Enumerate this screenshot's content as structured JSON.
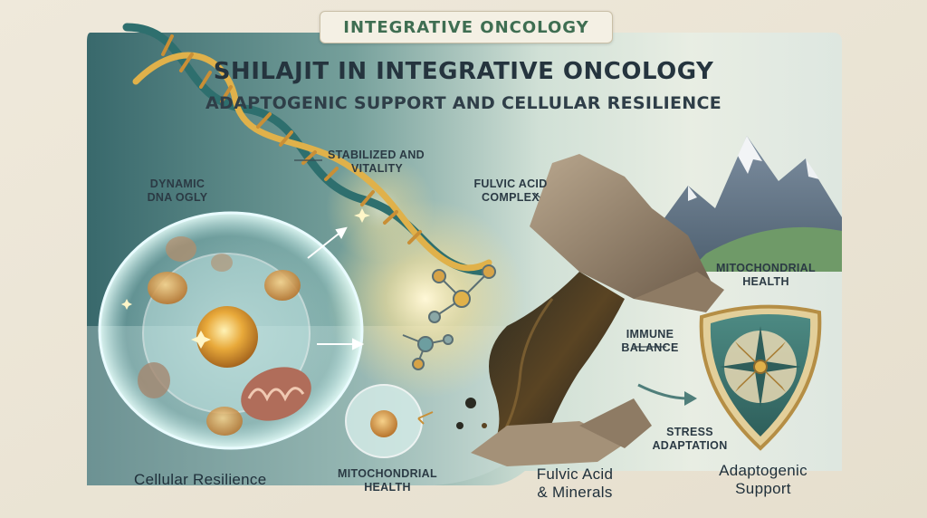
{
  "header": {
    "badge": "INTEGRATIVE ONCOLOGY",
    "title": "SHILAJIT IN INTEGRATIVE ONCOLOGY",
    "subtitle": "ADAPTOGENIC SUPPORT AND CELLULAR RESILIENCE"
  },
  "labels": {
    "stabilized_1": "STABILIZED AND",
    "stabilized_2": "VITALITY",
    "dynamic_1": "DYNAMIC",
    "dynamic_2": "DNA OGLY",
    "fulvic_complex_1": "FULVIC ACID",
    "fulvic_complex_2": "COMPLEX",
    "mito_right_1": "MITOCHONDRIAL",
    "mito_right_2": "HEALTH",
    "immune_1": "IMMUNE",
    "immune_2": "BALANCE",
    "stress_1": "STRESS",
    "stress_2": "ADAPTATION",
    "mito_bottom_1": "MITOCHONDRIAL",
    "mito_bottom_2": "HEALTH"
  },
  "captions": {
    "cellular": "Cellular Resilience",
    "fulvic_1": "Fulvic Acid",
    "fulvic_2": "& Minerals",
    "adaptogenic_1": "Adaptogenic",
    "adaptogenic_2": "Support"
  },
  "colors": {
    "badge_text": "#3f6e52",
    "title_text": "#25343e",
    "panel_left": "#3d6f74",
    "accent_gold": "#e0b14a",
    "shield_teal": "#3f7f7a"
  },
  "icons": [
    "dna-helix-icon",
    "cell-icon",
    "mountain-icon",
    "shield-compass-icon",
    "molecule-icon",
    "mitochondria-icon"
  ]
}
